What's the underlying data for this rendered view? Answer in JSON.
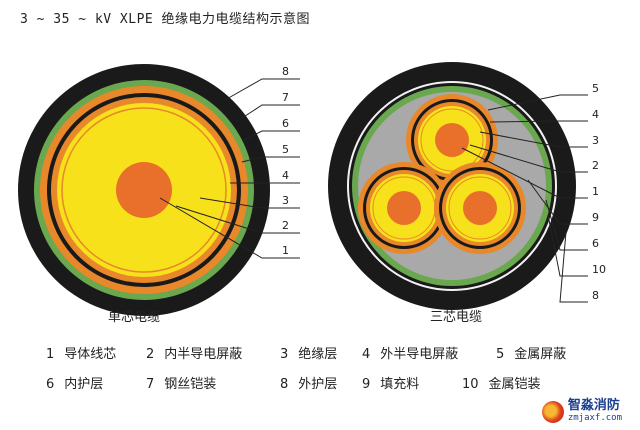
{
  "title": "3 ~ 35 ~ kV XLPE 绝缘电力电缆结构示意图",
  "single": {
    "caption": "单芯电缆",
    "callouts": [
      "8",
      "7",
      "6",
      "5",
      "4",
      "3",
      "2",
      "1"
    ]
  },
  "triple": {
    "caption": "三芯电缆",
    "callouts": [
      "5",
      "4",
      "3",
      "2",
      "1",
      "9",
      "6",
      "10",
      "8"
    ]
  },
  "legend": [
    {
      "num": "1",
      "label": "导体线芯"
    },
    {
      "num": "2",
      "label": "内半导电屏蔽"
    },
    {
      "num": "3",
      "label": "绝缘层"
    },
    {
      "num": "4",
      "label": "外半导电屏蔽"
    },
    {
      "num": "5",
      "label": "金属屏蔽"
    },
    {
      "num": "6",
      "label": "内护层"
    },
    {
      "num": "7",
      "label": "钢丝铠装"
    },
    {
      "num": "8",
      "label": "外护层"
    },
    {
      "num": "9",
      "label": "填充料"
    },
    {
      "num": "10",
      "label": "金属铠装"
    }
  ],
  "logo": {
    "name": "智淼消防",
    "url": "zmjaxf.com"
  },
  "colors": {
    "outer_sheath": "#1a1a1a",
    "green_layer": "#6aa84f",
    "orange_layer": "#e8882a",
    "insulation": "#f7e11b",
    "conductor": "#e8702a",
    "filler": "#a9a9a9"
  }
}
